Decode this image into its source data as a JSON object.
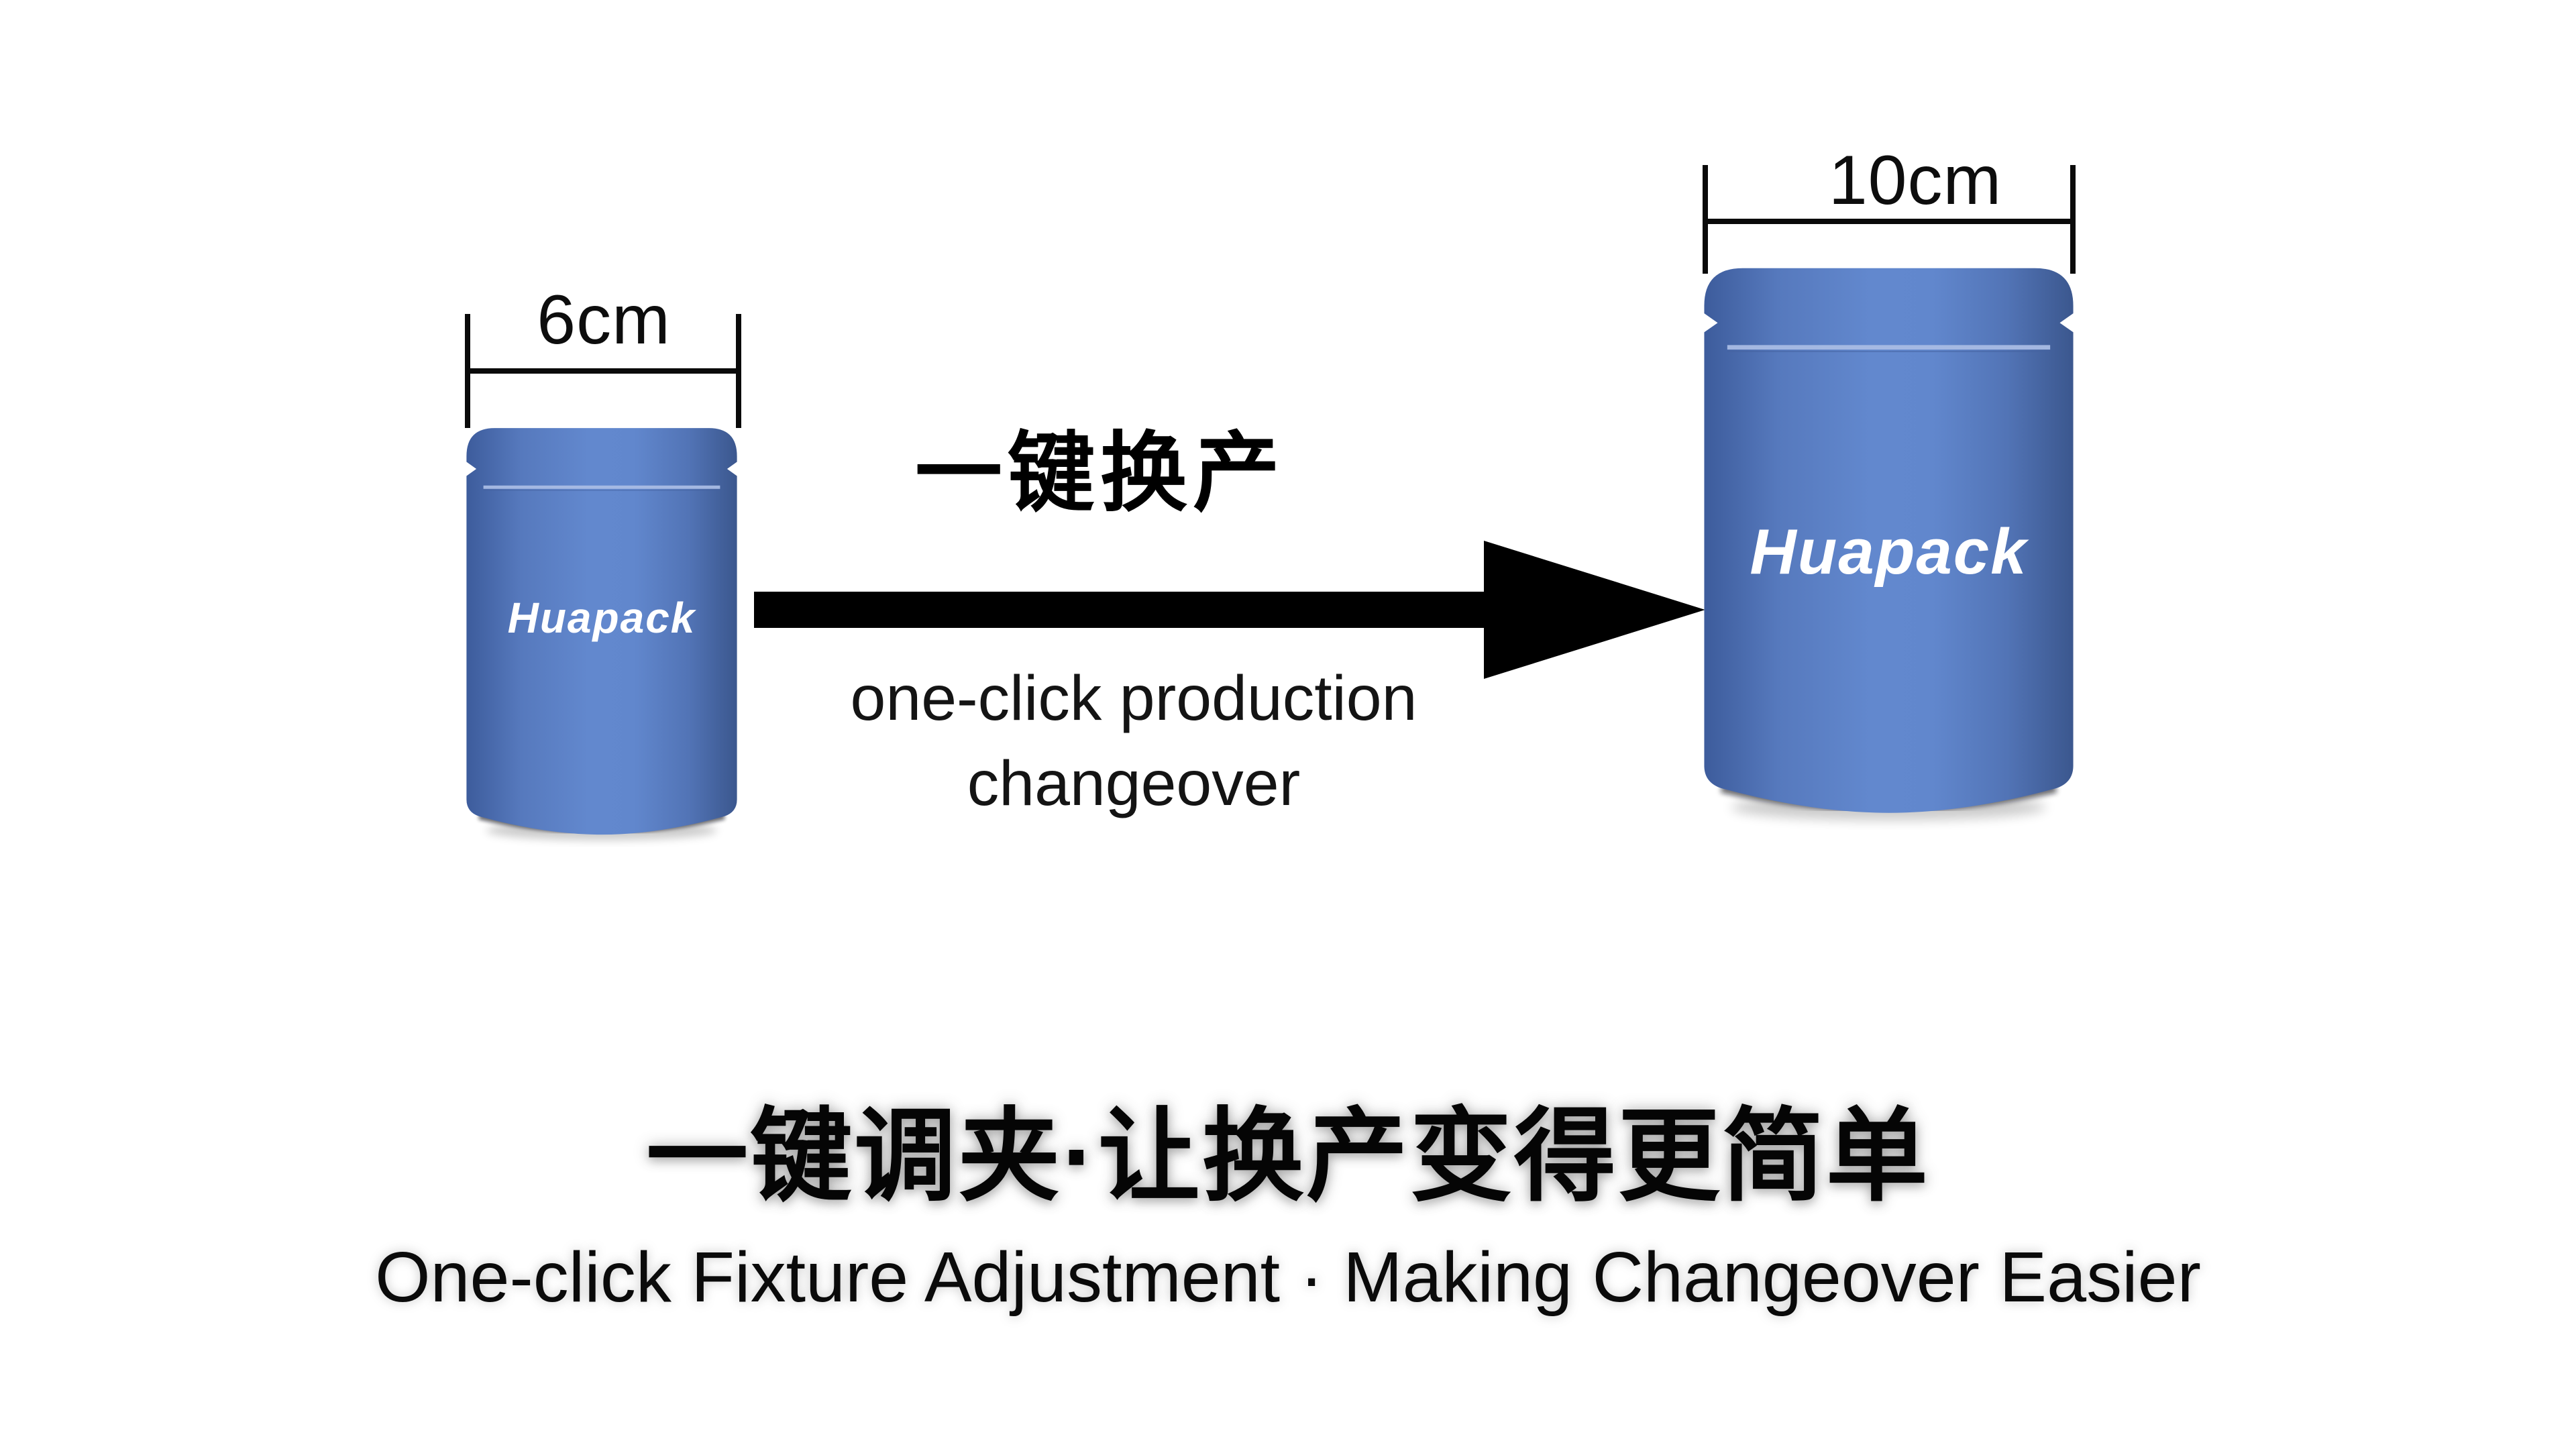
{
  "page": {
    "background_color": "#ffffff",
    "text_color": "#0a0a0a"
  },
  "diagram": {
    "small_pouch": {
      "logo": "Huapack",
      "dimension_label": "6cm",
      "color_center": "#6288ce",
      "color_edge": "#3d5c9c",
      "logo_color": "#ffffff"
    },
    "large_pouch": {
      "logo": "Huapack",
      "dimension_label": "10cm",
      "color_center": "#6288ce",
      "color_edge": "#3d5c9c",
      "logo_color": "#ffffff"
    },
    "arrow": {
      "color": "#000000",
      "title_cn": "一键换产",
      "subtitle_en_line1": "one-click production",
      "subtitle_en_line2": "changeover"
    }
  },
  "footer": {
    "headline_cn": "一键调夹·让换产变得更简单",
    "headline_en": "One-click Fixture Adjustment · Making Changeover Easier"
  }
}
